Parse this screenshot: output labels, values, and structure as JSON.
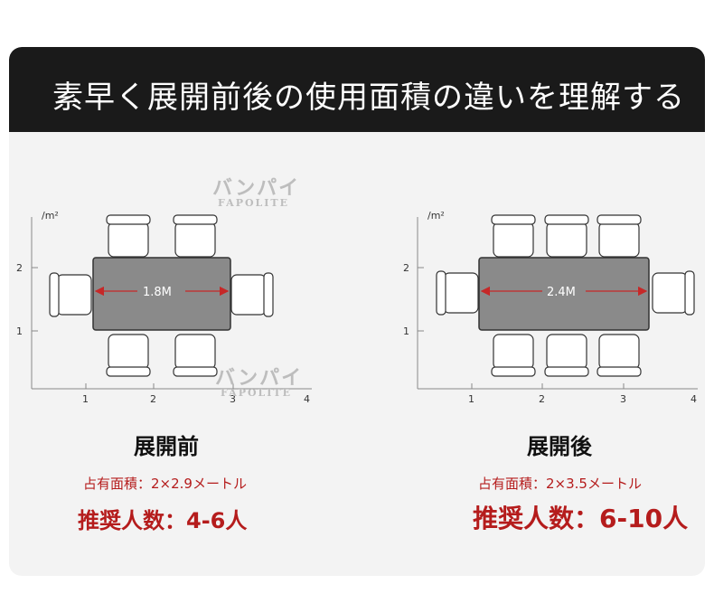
{
  "header": {
    "title": "素早く展開前後の使用面積の違いを理解する"
  },
  "left": {
    "unit": "/m²",
    "y_ticks": [
      "2",
      "1"
    ],
    "x_ticks": [
      "1",
      "2",
      "3",
      "4"
    ],
    "table_length": "1.8M",
    "caption": "展開前",
    "area": "占有面積：2×2.9メートル",
    "capacity": "推奨人数：4-6人"
  },
  "right": {
    "unit": "/m²",
    "y_ticks": [
      "2",
      "1"
    ],
    "x_ticks": [
      "1",
      "2",
      "3",
      "4"
    ],
    "table_length": "2.4M",
    "caption": "展開後",
    "area": "占有面積：2×3.5メートル",
    "capacity": "推奨人数：6-10人"
  },
  "watermark": {
    "brand_jp": "バンパイ",
    "brand_en": "FAPOLITE"
  },
  "colors": {
    "header_bg": "#1a1a1a",
    "accent_red": "#b51c1c",
    "table_fill": "#8a8a8a"
  }
}
